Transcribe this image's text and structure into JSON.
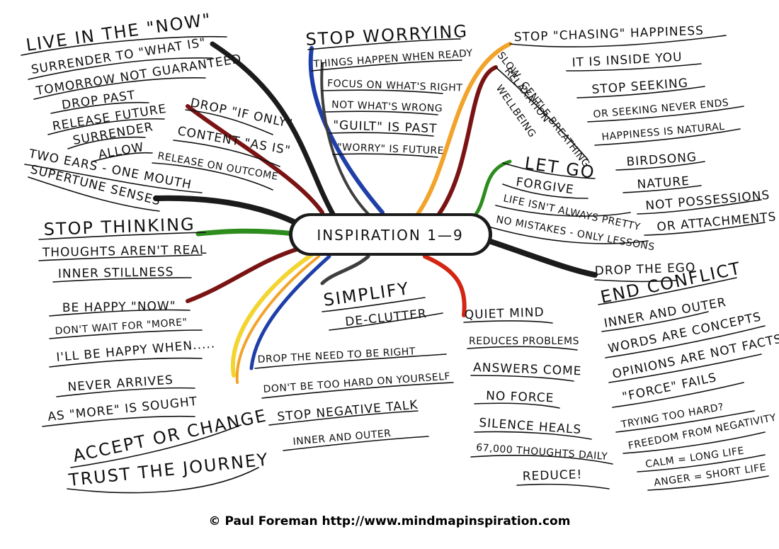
{
  "center": {
    "label": "INSPIRATION 1—9"
  },
  "colors": {
    "black": "#1b1b1b",
    "grey": "#3e3e3e",
    "blue": "#1f3fa8",
    "orange": "#f2a32a",
    "darkred": "#7a1414",
    "red": "#d22613",
    "green": "#2c8c1c",
    "yellow": "#f3d531"
  },
  "branches": [
    {
      "title": "LIVE IN THE \"NOW\"",
      "items": [
        "SURRENDER TO \"WHAT IS\"",
        "TOMORROW NOT GUARANTEED",
        "DROP PAST",
        "RELEASE FUTURE",
        "SURRENDER",
        "ALLOW"
      ]
    },
    {
      "title": "DROP \"IF ONLY\"",
      "items": [
        "CONTENT \"AS IS\"",
        "RELEASE ON OUTCOME"
      ]
    },
    {
      "title": "TWO EARS - ONE MOUTH",
      "items": [
        "SUPERTUNE SENSES"
      ]
    },
    {
      "title": "STOP WORRYING",
      "items": [
        "THINGS HAPPEN WHEN READY",
        "FOCUS ON WHAT'S RIGHT",
        "NOT WHAT'S WRONG",
        "\"GUILT\" IS PAST",
        "\"WORRY\" IS FUTURE"
      ]
    },
    {
      "title": "STOP \"CHASING\" HAPPINESS",
      "items": [
        "IT IS INSIDE YOU",
        "STOP SEEKING",
        "OR SEEKING NEVER ENDS",
        "HAPPINESS IS NATURAL",
        "BIRDSONG",
        "NATURE",
        "NOT POSSESSIONS",
        "OR ATTACHMENTS"
      ]
    },
    {
      "title": "SLOW, GENTLE BREATHING",
      "items": [
        "RELAXATION",
        "WELLBEING"
      ]
    },
    {
      "title": "LET GO",
      "items": [
        "FORGIVE",
        "LIFE ISN'T ALWAYS PRETTY",
        "NO MISTAKES - ONLY LESSONS"
      ]
    },
    {
      "title": "STOP THINKING",
      "items": [
        "THOUGHTS AREN'T REAL",
        "INNER STILLNESS"
      ]
    },
    {
      "title": "BE HAPPY \"NOW\"",
      "items": [
        "DON'T WAIT FOR \"MORE\"",
        "I'LL BE HAPPY WHEN.....",
        "NEVER ARRIVES",
        "AS \"MORE\" IS SOUGHT"
      ]
    },
    {
      "title": "ACCEPT OR CHANGE",
      "items": [
        "TRUST THE JOURNEY"
      ]
    },
    {
      "title": "SIMPLIFY",
      "items": [
        "DE-CLUTTER"
      ]
    },
    {
      "title": "DROP THE NEED TO BE RIGHT",
      "items": [
        "DON'T BE TOO HARD ON YOURSELF",
        "STOP NEGATIVE TALK",
        "INNER AND OUTER"
      ]
    },
    {
      "title": "QUIET MIND",
      "items": [
        "REDUCES PROBLEMS",
        "ANSWERS COME",
        "NO FORCE",
        "SILENCE HEALS",
        "67,000 THOUGHTS DAILY",
        "REDUCE!"
      ]
    },
    {
      "title": "DROP THE EGO",
      "items": [
        "END CONFLICT",
        "INNER AND OUTER",
        "WORDS ARE CONCEPTS",
        "OPINIONS ARE NOT FACTS",
        "\"FORCE\" FAILS",
        "TRYING TOO HARD?",
        "FREEDOM FROM NEGATIVITY",
        "CALM = LONG LIFE",
        "ANGER = SHORT LIFE"
      ]
    }
  ],
  "footer": {
    "text": "© Paul Foreman http://www.mindmapinspiration.com"
  }
}
